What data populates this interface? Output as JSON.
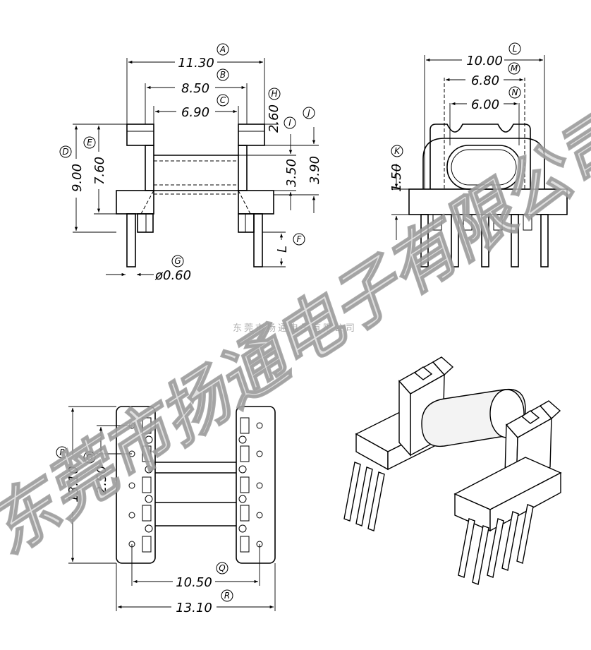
{
  "dimensions": {
    "A": "11.30",
    "B": "8.50",
    "C": "6.90",
    "D": "9.00",
    "E": "7.60",
    "F": "L",
    "G": "ø0.60",
    "H": "2.60",
    "I": "3.50",
    "J": "3.90",
    "K": "1.50",
    "L": "10.00",
    "M": "6.80",
    "N": "6.00",
    "O": "2.50",
    "P": "13.10",
    "Q": "10.50",
    "R": "13.10"
  },
  "watermark": {
    "main": "东莞市扬通电子有限公司",
    "small": "东莞市扬通电子有限公司"
  }
}
